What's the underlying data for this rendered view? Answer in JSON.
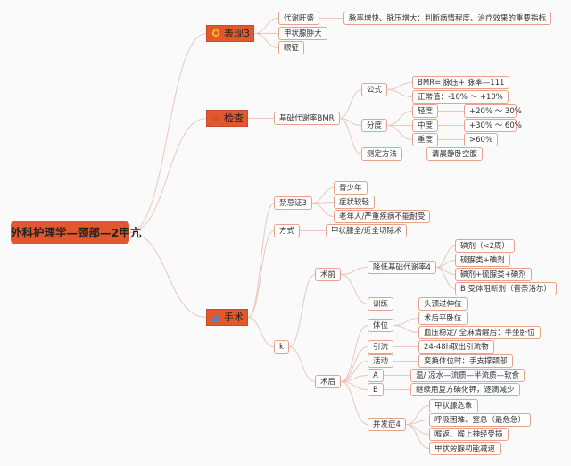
{
  "root": "外科护理学—颈部—2甲亢",
  "branches": {
    "biaoxian": "表现3",
    "jiancha": "检查",
    "shoushu": "手术"
  },
  "icons": {
    "biaoxian": "award-icon",
    "jiancha": "star-icon",
    "shoushu": "drop-icon"
  },
  "colors": {
    "branch": "#e2582e",
    "border": "#e9a08c",
    "line": "#e6c8bf"
  },
  "biaoxian": {
    "daixie": "代谢旺盛",
    "daixie_detail": "脉率增快、脉压增大：判断病情程度、治疗效果的重要指标",
    "zhongda": "甲状腺肿大",
    "yanzheng": "眼征"
  },
  "jiancha": {
    "bmr": "基础代谢率BMR",
    "gongshi": "公式",
    "formula": "BMR= 脉压+ 脉率—111",
    "normal": "正常值：-10% ～ +10%",
    "fendu": "分度",
    "qing": "轻度",
    "qing_v": "+20% ～ 30%",
    "zhong": "中度",
    "zhong_v": "+30% ～ 60%",
    "chong": "重度",
    "chong_v": ">60%",
    "method": "测定方法",
    "method_v": "清晨静卧空腹"
  },
  "shoushu": {
    "jinji": "禁忌证3",
    "jinji_items": [
      "青少年",
      "症状较轻",
      "老年人/严重疾病不能耐受"
    ],
    "fangshi": "方式",
    "fangshi_v": "甲状腺全/近全切除术",
    "k": "k",
    "shuqian": "术前",
    "jiangdi": "降低基础代谢率4",
    "jiangdi_items": [
      "碘剂（<2周）",
      "硫脲类+碘剂",
      "碘剂+硫脲类+碘剂",
      "B 受体阻断剂（普萘洛尔）"
    ],
    "xunlian": "训练",
    "xunlian_v": "头颈过伸位",
    "shuhou": "术后",
    "tiwei": "体位",
    "tiwei_items": [
      "术后平卧位",
      "血压稳定/ 全麻清醒后：半坐卧位"
    ],
    "yinliu": "引流",
    "yinliu_v": "24-48h取出引流物",
    "huodong": "活动",
    "huodong_v": "变换体位时：手支撑颈部",
    "a": "A",
    "a_v": "温/ 凉水—流质—半流质—软食",
    "bb": "B",
    "b_v": "继续用复方碘化钾，逐滴减少",
    "bingfa": "并发症4",
    "bingfa_items": [
      "甲状腺危象",
      "呼吸困难、窒息（最危急）",
      "喉返、喉上神经受损",
      "甲状旁腺功能减退"
    ]
  }
}
